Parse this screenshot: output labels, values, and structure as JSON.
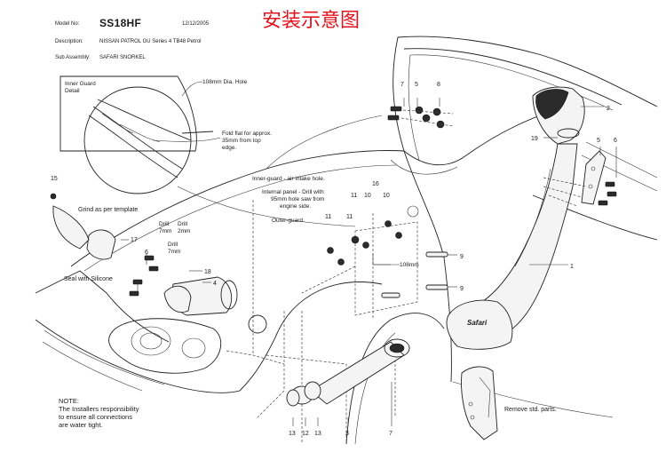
{
  "title_cn": "安装示意图",
  "header": {
    "model_label": "Model No:",
    "model_value": "SS18HF",
    "date": "12/12/2005",
    "description_label": "Description:",
    "description_value": "NISSAN PATROL GU Series 4 TB48 Petrol",
    "subassembly_label": "Sub Assembly:",
    "subassembly_value": "SAFARI SNORKEL"
  },
  "detail": {
    "title_line1": "Inner Guard",
    "title_line2": "Detail",
    "hole_label": "108mm Dia. Hole",
    "fold_line1": "Fold flat for approx.",
    "fold_line2": "35mm from top",
    "fold_line3": "edge."
  },
  "labels": {
    "grind": "Grind as per template",
    "seal": "Seal with Silicone",
    "drill1_a": "Drill",
    "drill1_b": "7mm",
    "drill2_a": "Drill",
    "drill2_b": "2mm",
    "drill3_a": "Drill",
    "drill3_b": "7mm",
    "inner_guard": "Inner-guard - air intake hole.",
    "internal_panel_1": "Internal panel - Drill with",
    "internal_panel_2": "95mm hole saw from",
    "internal_panel_3": "engine side.",
    "outer_guard": "Outer-guard.",
    "hole_108": "108mm",
    "remove": "Remove std. parts."
  },
  "note": {
    "line1": "NOTE:",
    "line2": "The Installers responsibility",
    "line3": "to ensure all connections",
    "line4": "are water tight."
  },
  "callouts": {
    "n1": "1",
    "n2": "2",
    "n3": "3",
    "n4": "4",
    "n5a": "5",
    "n5b": "5",
    "n6a": "6",
    "n6b": "6",
    "n7a": "7",
    "n7b": "7",
    "n8": "8",
    "n9a": "9",
    "n9b": "9",
    "n10a": "10",
    "n10b": "10",
    "n11a": "11",
    "n11b": "11",
    "n11c": "11",
    "n12": "12",
    "n13a": "13",
    "n13b": "13",
    "n15": "15",
    "n16": "16",
    "n17": "17",
    "n18": "18",
    "n19": "19"
  }
}
